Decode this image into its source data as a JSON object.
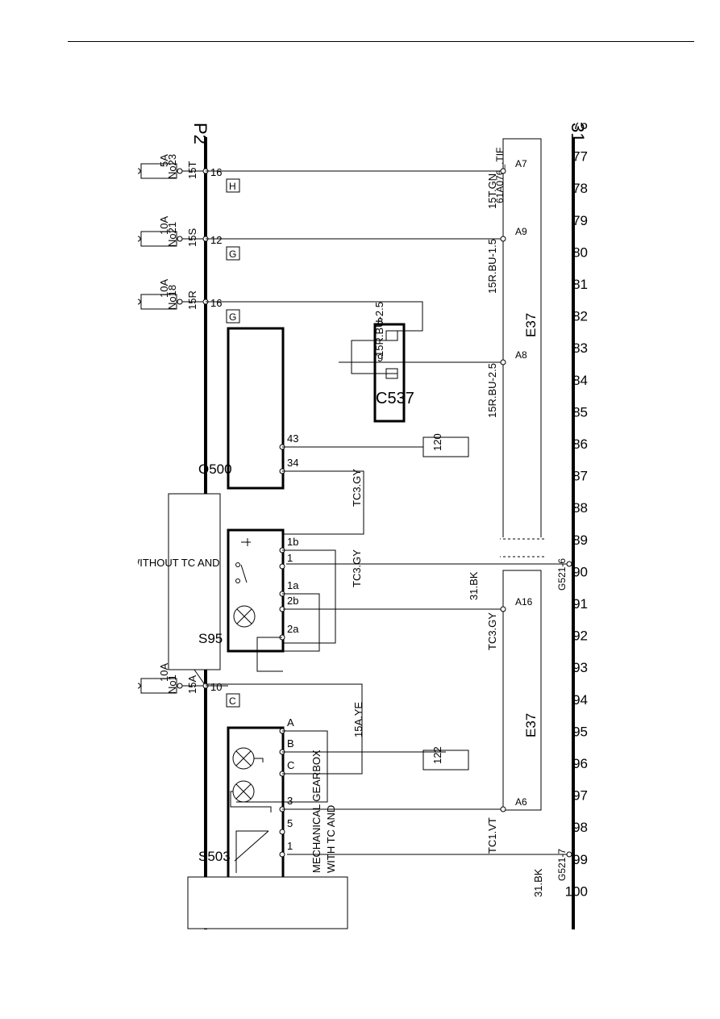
{
  "diagram": {
    "image_ref": "61A076_.TIF",
    "rails": {
      "top": "P2",
      "bottom": "31"
    },
    "grid_numbers": [
      "76",
      "77",
      "78",
      "79",
      "80",
      "81",
      "82",
      "83",
      "84",
      "85",
      "86",
      "87",
      "88",
      "89",
      "90",
      "91",
      "92",
      "93",
      "94",
      "95",
      "96",
      "97",
      "98",
      "99",
      "100"
    ],
    "fuses": [
      {
        "name": "No1",
        "rating": "10A",
        "rail_label": "15A",
        "pin": "10",
        "tag": "C"
      },
      {
        "name": "No18",
        "rating": "10A",
        "rail_label": "15R",
        "pin": "16",
        "tag": "G"
      },
      {
        "name": "No21",
        "rating": "10A",
        "rail_label": "15S",
        "pin": "12",
        "tag": "G"
      },
      {
        "name": "No23",
        "rating": "5A",
        "rail_label": "15T",
        "pin": "16",
        "tag": "H"
      }
    ],
    "components": {
      "s503": {
        "name": "S503",
        "pins": [
          "1",
          "5",
          "3",
          "C",
          "B",
          "A"
        ]
      },
      "s95": {
        "name": "S95",
        "pins": [
          "2a",
          "2b",
          "1a",
          "1",
          "1b"
        ]
      },
      "o500": {
        "name": "O500",
        "pins": [
          "34",
          "43"
        ]
      },
      "c537": {
        "name": "C537",
        "pins": [
          "9",
          "8"
        ]
      }
    },
    "connectors": {
      "e37_left": "E37",
      "e37_right": "E37",
      "pins": [
        "A6",
        "A16",
        "A8",
        "A9",
        "A7"
      ]
    },
    "grounds": [
      "G521-7",
      "G521-6"
    ],
    "references": [
      "122",
      "120"
    ],
    "wires": [
      "31.BK",
      "TC1.VT",
      "15A.YE",
      "TC3.GY",
      "TC3.GY",
      "31.BK",
      "TC3.GY",
      "15R.BU-2.5",
      "15R.BU-2.5",
      "15R.BU-1.5",
      "15T.GN"
    ],
    "notes": {
      "with": [
        "WITH TC AND",
        "MECHANICAL GEARBOX"
      ],
      "without": [
        "WITHOUT TC AND",
        "MECHANICAL GEARBOX"
      ]
    }
  }
}
